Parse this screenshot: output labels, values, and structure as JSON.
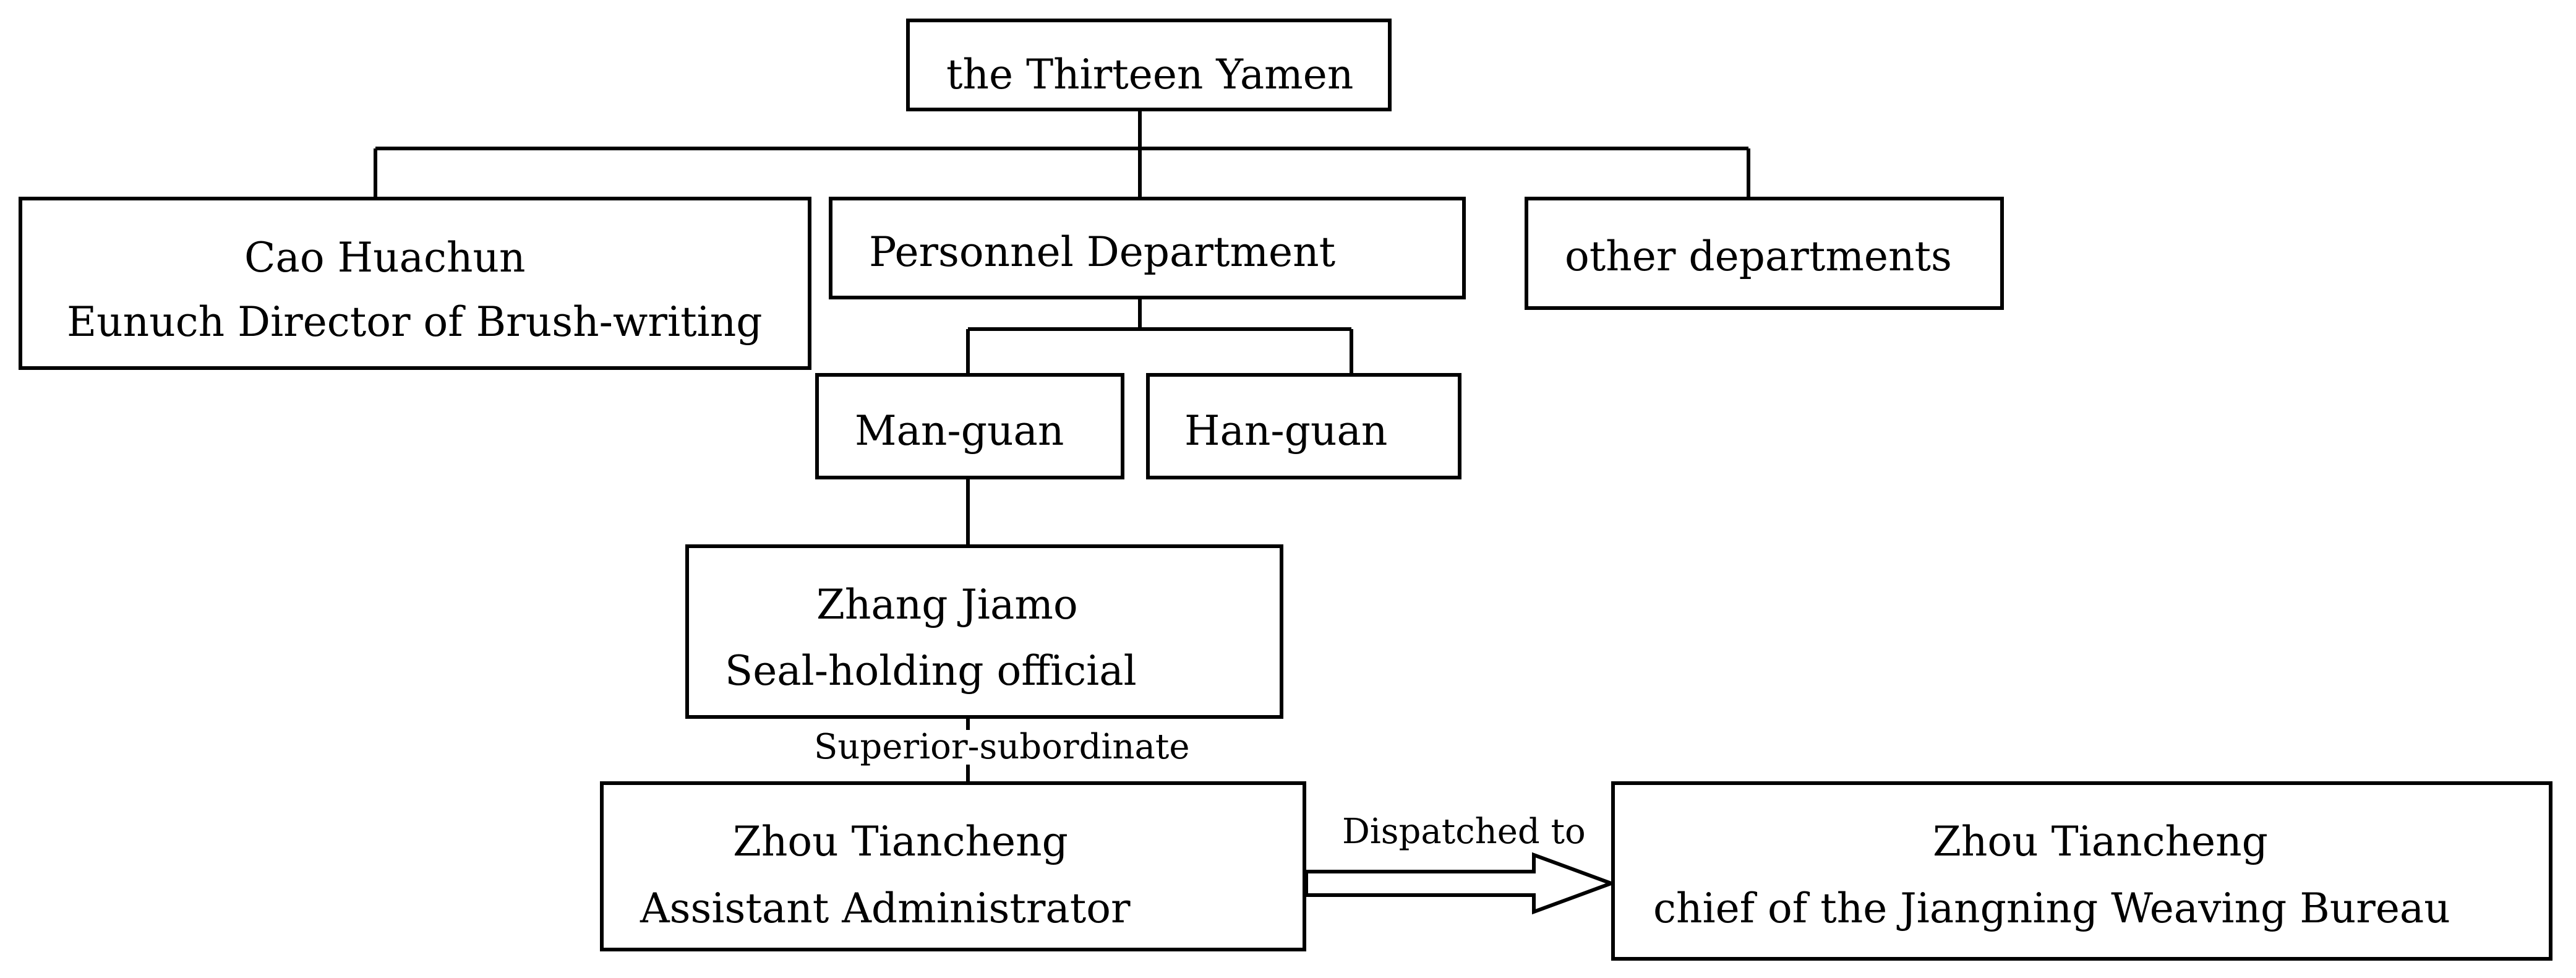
{
  "nodes": {
    "thirteen_yamen": "the Thirteen Yamen",
    "cao_name": "Cao Huachun",
    "cao_title": "Eunuch Director of Brush-writing",
    "personnel": "Personnel Department",
    "other": "other departments",
    "man_guan": "Man-guan",
    "han_guan": "Han-guan",
    "zhang_name": "Zhang Jiamo",
    "zhang_title": "Seal-holding official",
    "zhou_name": "Zhou Tiancheng",
    "zhou_title": "Assistant Administrator",
    "zhou2_name": "Zhou Tiancheng",
    "zhou2_title": "chief of the Jiangning Weaving Bureau"
  },
  "labels": {
    "superior": "Superior-subordinate",
    "dispatched": "Dispatched to"
  }
}
